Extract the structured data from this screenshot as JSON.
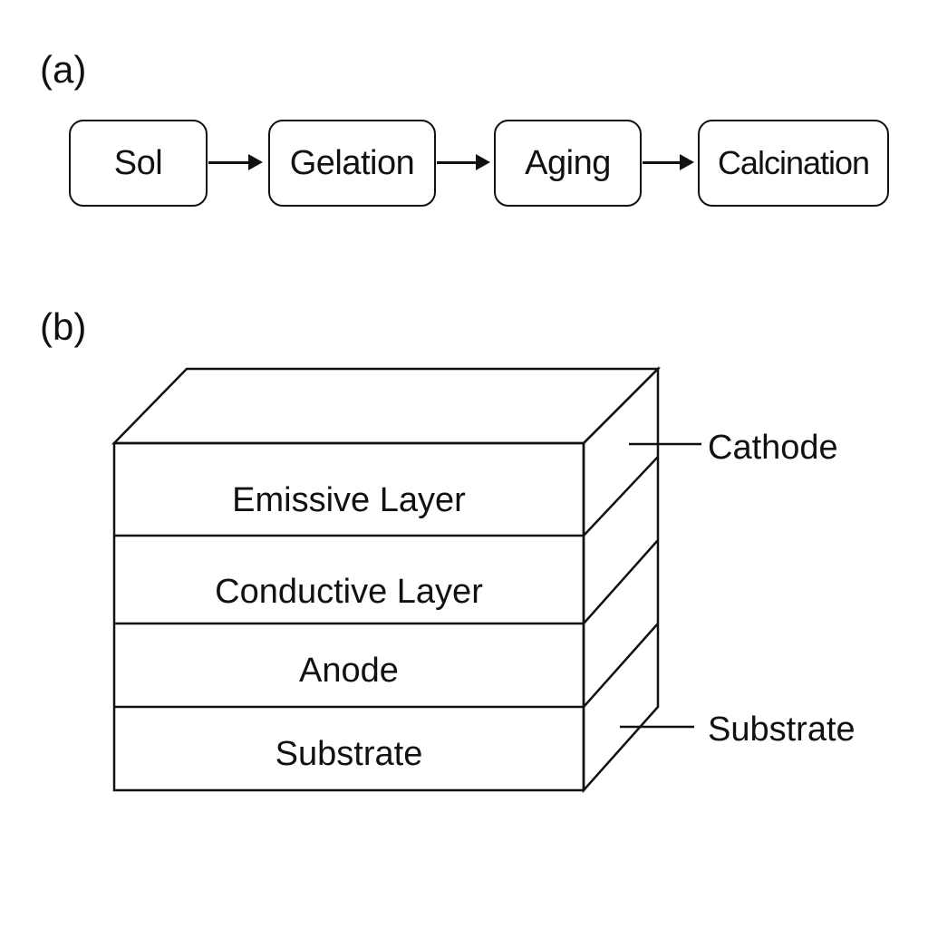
{
  "panel_a": {
    "label": "(a)",
    "steps": [
      "Sol",
      "Gelation",
      "Aging",
      "Calcination"
    ]
  },
  "panel_b": {
    "label": "(b)",
    "layers": [
      "Emissive Layer",
      "Conductive Layer",
      "Anode",
      "Substrate"
    ],
    "callouts": [
      "Cathode",
      "Substrate"
    ]
  }
}
